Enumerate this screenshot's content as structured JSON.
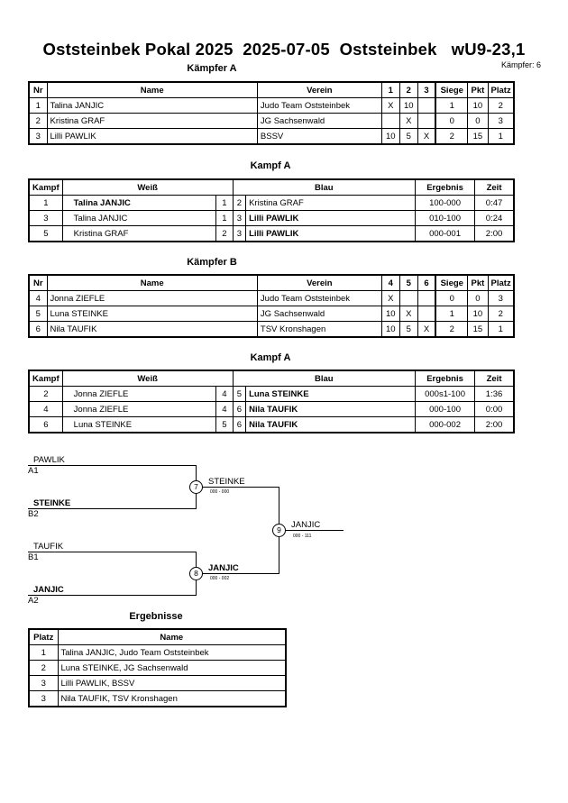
{
  "header": {
    "title": "Oststeinbek Pokal 2025  2025-07-05  Oststeinbek   wU9-23,1",
    "fighter_count": "Kämpfer: 6"
  },
  "group_a": {
    "title": "Kämpfer A",
    "headers": [
      "Nr",
      "Name",
      "Verein",
      "1",
      "2",
      "3",
      "Siege",
      "Pkt",
      "Platz"
    ],
    "rows": [
      [
        "1",
        "Talina JANJIC",
        "Judo Team Oststeinbek",
        "X",
        "10",
        "",
        "1",
        "10",
        "2"
      ],
      [
        "2",
        "Kristina GRAF",
        "JG Sachsenwald",
        "",
        "X",
        "",
        "0",
        "0",
        "3"
      ],
      [
        "3",
        "Lilli PAWLIK",
        "BSSV",
        "10",
        "5",
        "X",
        "2",
        "15",
        "1"
      ]
    ]
  },
  "fights_a": {
    "title": "Kampf A",
    "headers": [
      "Kampf",
      "Weiß",
      "Blau",
      "Ergebnis",
      "Zeit"
    ],
    "rows": [
      [
        "1",
        "Talina JANJIC",
        "1",
        "2",
        "Kristina GRAF",
        "100-000",
        "0:47"
      ],
      [
        "3",
        "Talina JANJIC",
        "1",
        "3",
        "Lilli PAWLIK",
        "010-100",
        "0:24"
      ],
      [
        "5",
        "Kristina GRAF",
        "2",
        "3",
        "Lilli PAWLIK",
        "000-001",
        "2:00"
      ]
    ]
  },
  "group_b": {
    "title": "Kämpfer B",
    "headers": [
      "Nr",
      "Name",
      "Verein",
      "4",
      "5",
      "6",
      "Siege",
      "Pkt",
      "Platz"
    ],
    "rows": [
      [
        "4",
        "Jonna ZIEFLE",
        "Judo Team Oststeinbek",
        "X",
        "",
        "",
        "0",
        "0",
        "3"
      ],
      [
        "5",
        "Luna STEINKE",
        "JG Sachsenwald",
        "10",
        "X",
        "",
        "1",
        "10",
        "2"
      ],
      [
        "6",
        "Nila TAUFIK",
        "TSV Kronshagen",
        "10",
        "5",
        "X",
        "2",
        "15",
        "1"
      ]
    ]
  },
  "fights_b": {
    "title": "Kampf A",
    "headers": [
      "Kampf",
      "Weiß",
      "Blau",
      "Ergebnis",
      "Zeit"
    ],
    "rows": [
      [
        "2",
        "Jonna ZIEFLE",
        "4",
        "5",
        "Luna STEINKE",
        "000s1-100",
        "1:36"
      ],
      [
        "4",
        "Jonna ZIEFLE",
        "4",
        "6",
        "Nila TAUFIK",
        "000-100",
        "0:00"
      ],
      [
        "6",
        "Luna STEINKE",
        "5",
        "6",
        "Nila TAUFIK",
        "000-002",
        "2:00"
      ]
    ]
  },
  "bracket": {
    "top1_name": "PAWLIK",
    "top1_seed": "A1",
    "top2_name": "STEINKE",
    "top2_seed": "B2",
    "bot1_name": "TAUFIK",
    "bot1_seed": "B1",
    "bot2_name": "JANJIC",
    "bot2_seed": "A2",
    "semi1_no": "7",
    "semi1_winner": "STEINKE",
    "semi1_score": "000 - 000",
    "semi2_no": "8",
    "semi2_winner": "JANJIC",
    "semi2_score": "000 - 002",
    "final_no": "9",
    "final_winner": "JANJIC",
    "final_score": "000 - 111"
  },
  "results": {
    "title": "Ergebnisse",
    "headers": [
      "Platz",
      "Name"
    ],
    "rows": [
      [
        "1",
        "Talina JANJIC, Judo Team Oststeinbek"
      ],
      [
        "2",
        "Luna STEINKE, JG Sachsenwald"
      ],
      [
        "3",
        "Lilli PAWLIK, BSSV"
      ],
      [
        "3",
        "Nila TAUFIK, TSV Kronshagen"
      ]
    ]
  }
}
